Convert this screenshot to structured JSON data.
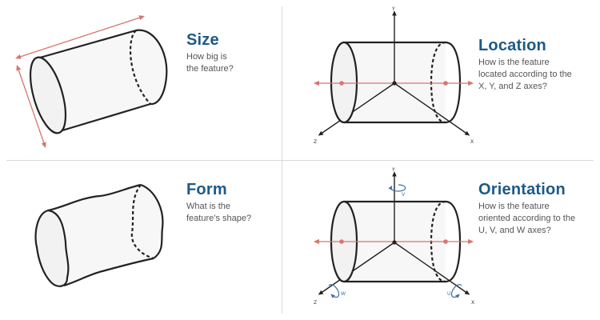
{
  "panels": {
    "size": {
      "title": "Size",
      "desc_line1": "How big is",
      "desc_line2": "the feature?"
    },
    "location": {
      "title": "Location",
      "desc_line1": "How is the feature",
      "desc_line2": "located according to the",
      "desc_line3": "X, Y, and Z axes?",
      "axes": {
        "y": "Y",
        "x": "X",
        "z": "Z"
      }
    },
    "form": {
      "title": "Form",
      "desc_line1": "What is the",
      "desc_line2": "feature’s shape?"
    },
    "orientation": {
      "title": "Orientation",
      "desc_line1": "How is the feature",
      "desc_line2": "oriented according to the",
      "desc_line3": "U, V, and W axes?",
      "axes": {
        "y": "Y",
        "x": "X",
        "z": "Z"
      },
      "rotations": {
        "v": "V",
        "u": "U",
        "w": "W"
      }
    }
  },
  "colors": {
    "title": "#1d5a86",
    "text": "#555555",
    "dimension": "#d9746e",
    "rotation": "#3d6fa5",
    "outline": "#222222"
  }
}
